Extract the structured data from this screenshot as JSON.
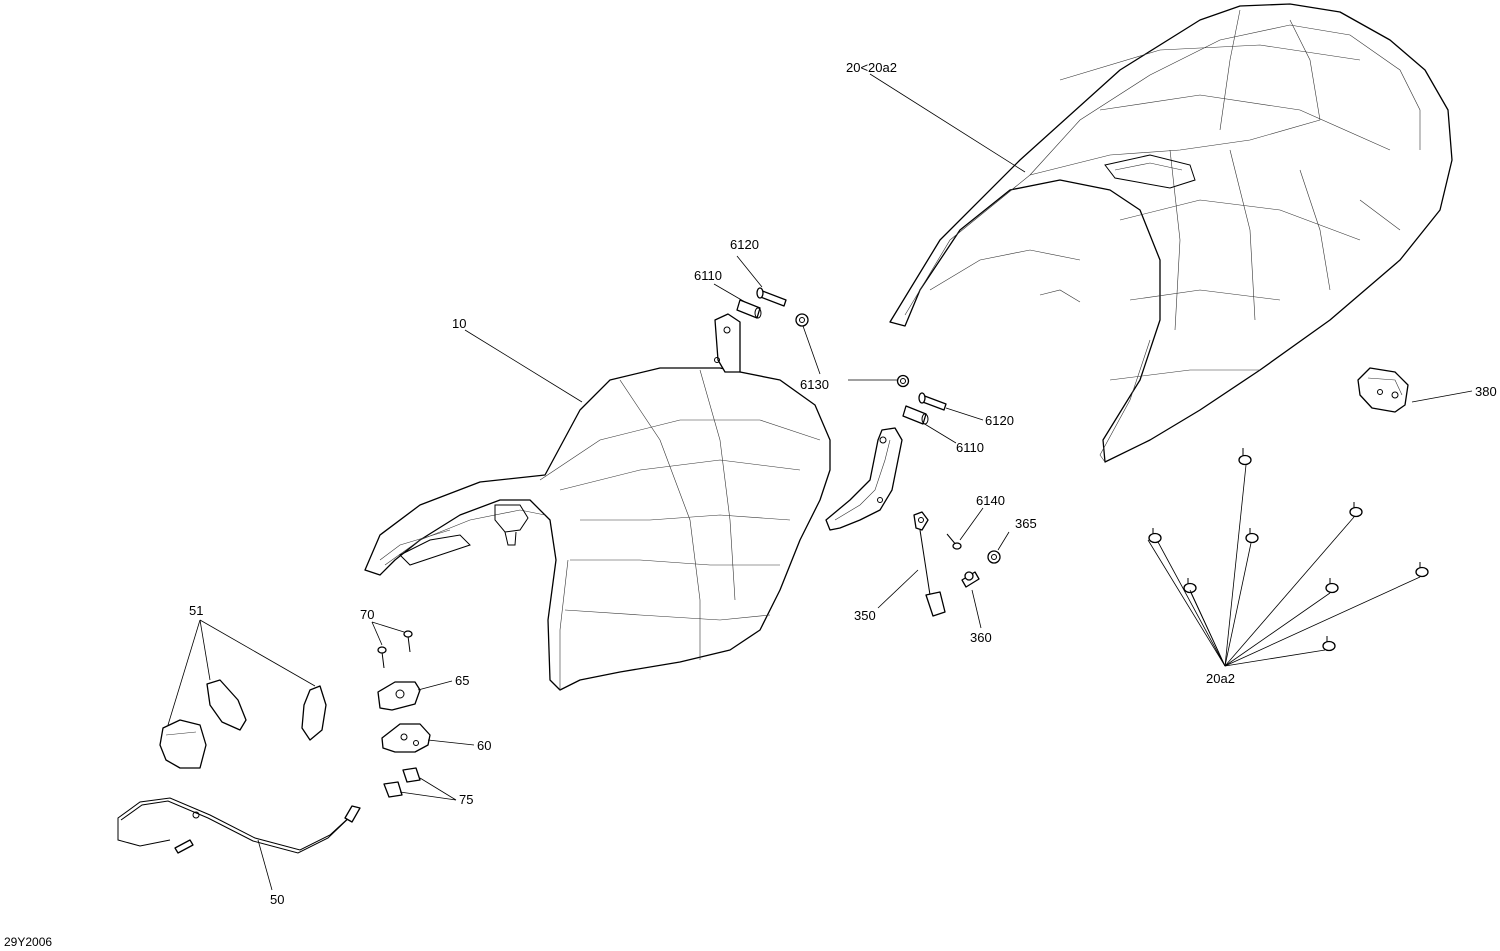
{
  "diagram": {
    "drawing_number": "29Y2006",
    "callouts": {
      "c10": "10",
      "c20": "20<20a2",
      "c20a2": "20a2",
      "c50": "50",
      "c51": "51",
      "c60": "60",
      "c65": "65",
      "c70": "70",
      "c75": "75",
      "c350": "350",
      "c360": "360",
      "c365": "365",
      "c380": "380",
      "c6110a": "6110",
      "c6110b": "6110",
      "c6120a": "6120",
      "c6120b": "6120",
      "c6130": "6130",
      "c6140": "6140"
    }
  }
}
